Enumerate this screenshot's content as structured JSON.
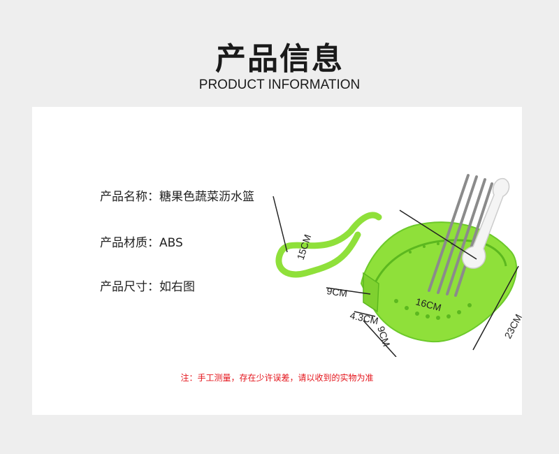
{
  "header": {
    "title_cn": "产品信息",
    "title_en": "PRODUCT INFORMATION"
  },
  "specs": [
    {
      "label": "产品名称：",
      "value": "糖果色蔬菜沥水篮"
    },
    {
      "label": "产品材质：",
      "value": "ABS"
    },
    {
      "label": "产品尺寸：",
      "value": "如右图"
    }
  ],
  "dimensions": {
    "handle_height": "15CM",
    "handle_width": "9CM",
    "basket_length": "16CM",
    "hook_gap": "4.3CM",
    "hook_height": "9CM",
    "overall_length": "23CM"
  },
  "note": "注：手工测量，存在少许误差，请以收到的实物为准",
  "colors": {
    "basket": "#8fe03a",
    "basket_dark": "#5cb81f",
    "note_red": "#e4141b",
    "background": "#eeeeee",
    "card": "#ffffff"
  }
}
